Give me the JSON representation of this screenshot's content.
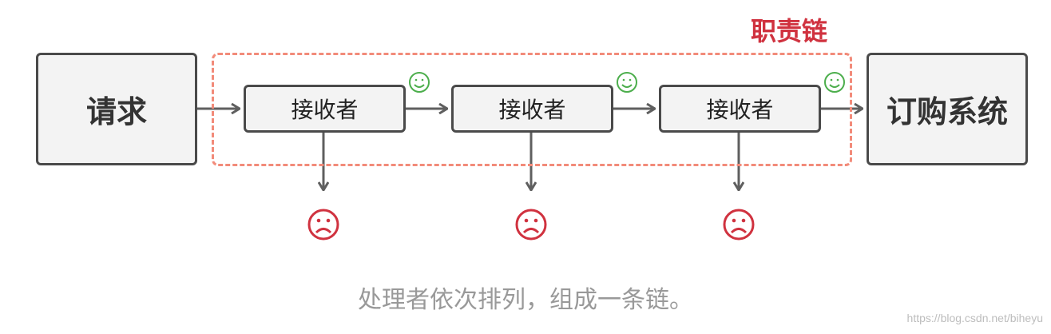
{
  "request_label": "请求",
  "handler_label": "接收者",
  "system_label": "订购系统",
  "chain_label": "职责链",
  "caption": "处理者依次排列，组成一条链。",
  "watermark": "https://blog.csdn.net/biheyu",
  "colors": {
    "box_fill": "#f3f3f3",
    "box_border": "#4a4a4a",
    "arrow": "#5f5f5f",
    "chain_frame": "#f28b7a",
    "chain_label": "#d0323f",
    "happy_face": "#4cae4c",
    "sad_face": "#d0323f",
    "caption": "#999999"
  },
  "icons": {
    "handled": "smiley-face-icon",
    "rejected": "sad-face-icon"
  }
}
